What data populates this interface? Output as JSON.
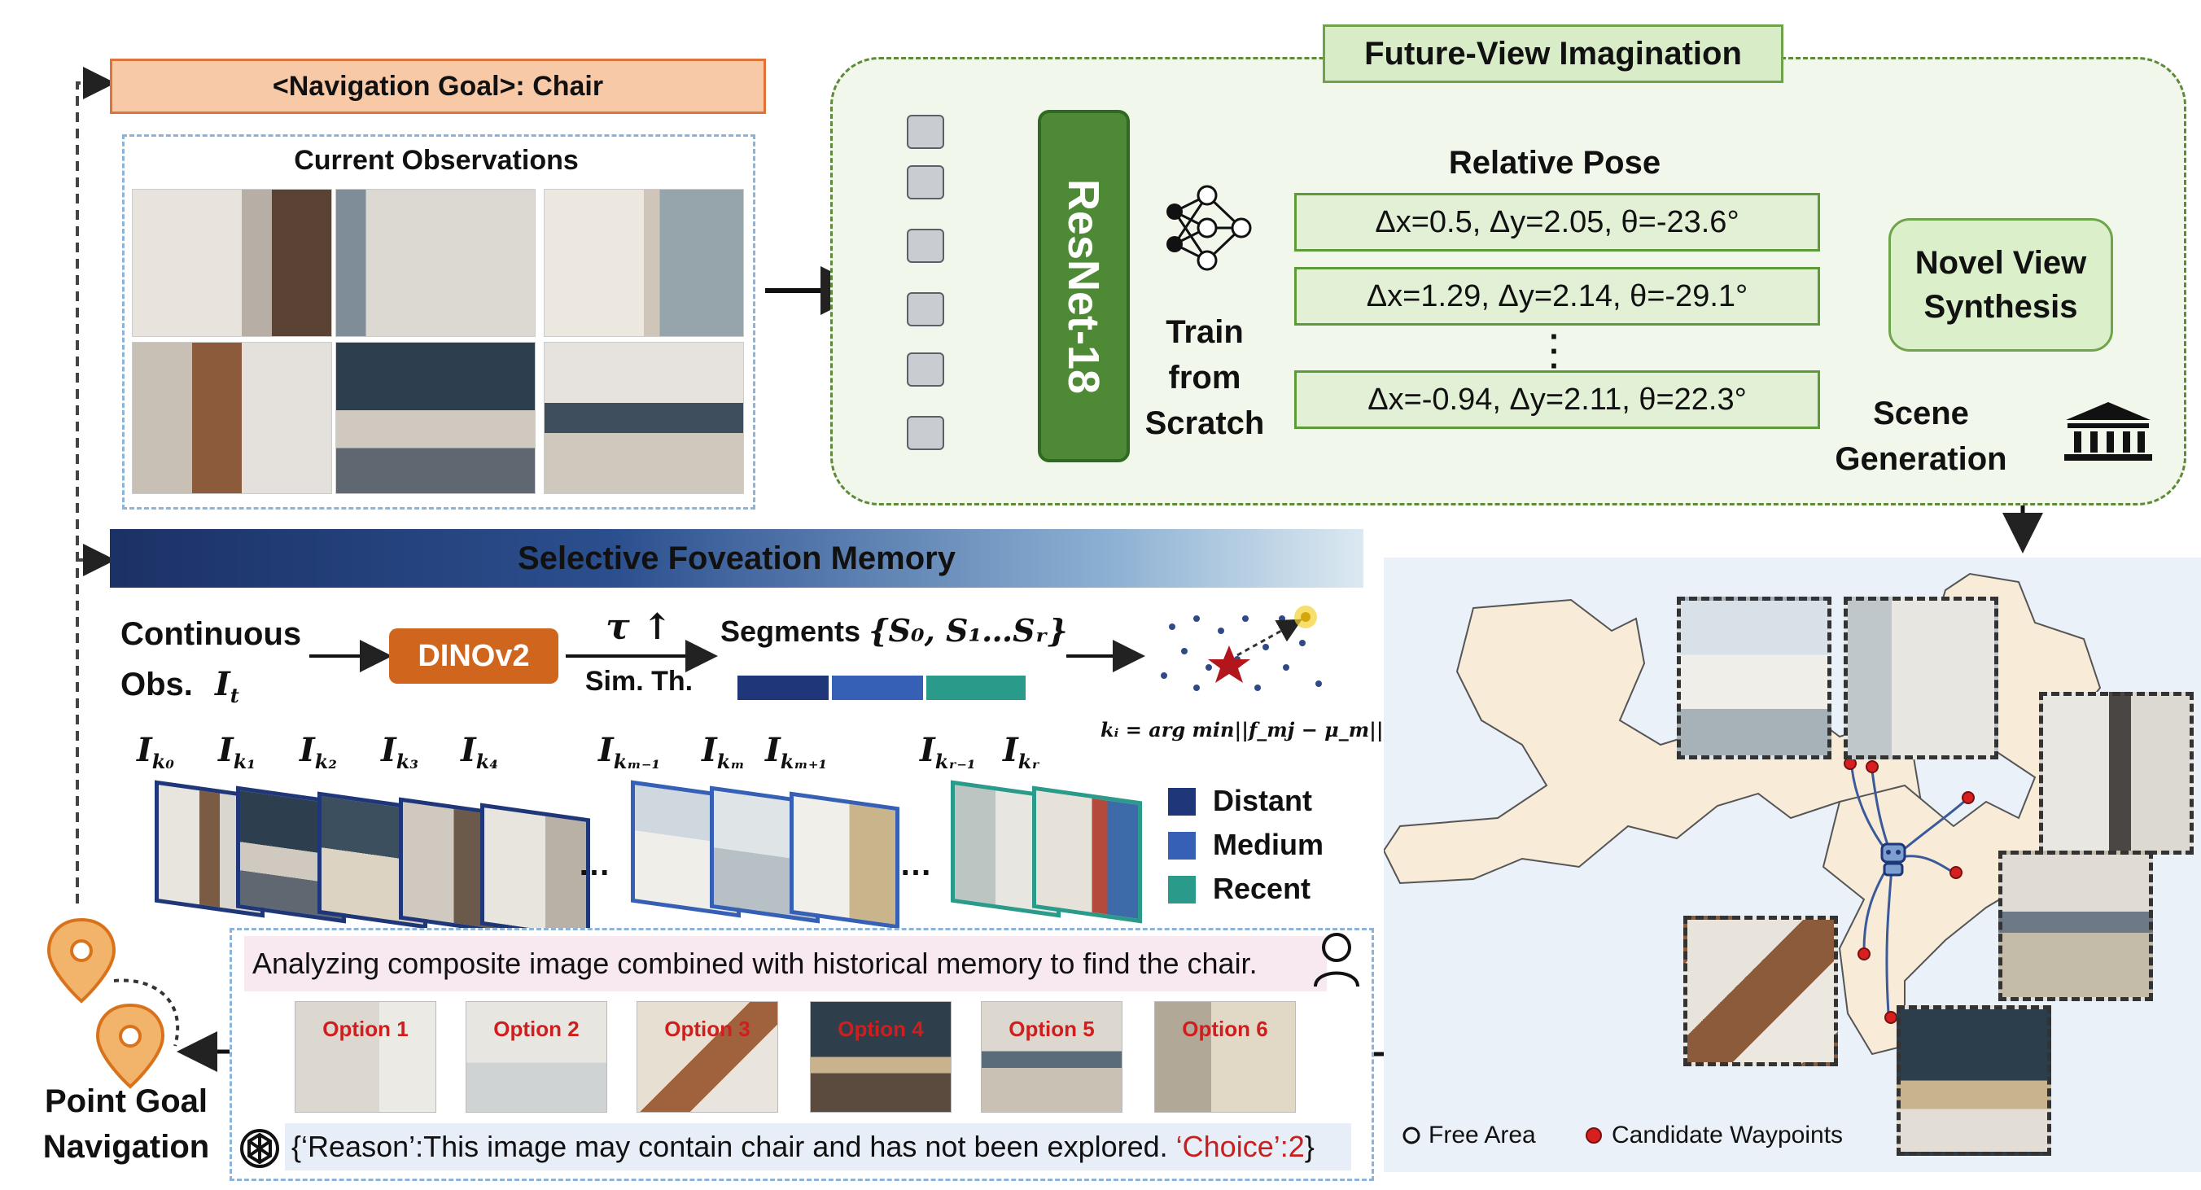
{
  "nav_goal": "<Navigation Goal>: Chair",
  "current_observations": {
    "title": "Current Observations"
  },
  "future_view": {
    "title": "Future-View Imagination",
    "backbone": "ResNet-18",
    "train_label": [
      "Train",
      "from",
      "Scratch"
    ],
    "relative_pose_title": "Relative Pose",
    "poses": [
      "Δx=0.5, Δy=2.05, θ=-23.6°",
      "Δx=1.29, Δy=2.14, θ=-29.1°",
      "Δx=-0.94, Δy=2.11, θ=22.3°"
    ],
    "novel_view": [
      "Novel View",
      "Synthesis"
    ],
    "scene_generation": [
      "Scene",
      "Generation"
    ]
  },
  "memory": {
    "title": "Selective Foveation Memory",
    "continuous_obs": [
      "Continuous",
      "Obs."
    ],
    "obs_symbol": "I",
    "obs_sub": "t",
    "encoder": "DINOv2",
    "tau": "τ ↑",
    "sim_th": "Sim. Th.",
    "segments_label": "Segments",
    "segments_math": "{S₀, S₁…Sᵣ}",
    "formula": "kᵢ = arg min||f_mj − μ_m||",
    "keyframes": [
      {
        "base": "I",
        "sub": "k₀"
      },
      {
        "base": "I",
        "sub": "k₁"
      },
      {
        "base": "I",
        "sub": "k₂"
      },
      {
        "base": "I",
        "sub": "k₃"
      },
      {
        "base": "I",
        "sub": "k₄"
      },
      {
        "base": "I",
        "sub": "kₘ₋₁"
      },
      {
        "base": "I",
        "sub": "kₘ"
      },
      {
        "base": "I",
        "sub": "kₘ₊₁"
      },
      {
        "base": "I",
        "sub": "kᵣ₋₁"
      },
      {
        "base": "I",
        "sub": "kᵣ"
      }
    ],
    "ellipsis": "…",
    "legend": [
      {
        "label": "Distant",
        "color": "#1f3778"
      },
      {
        "label": "Medium",
        "color": "#3560b5"
      },
      {
        "label": "Recent",
        "color": "#2a9a8a"
      }
    ]
  },
  "query": {
    "text": "Analyzing composite image combined with historical memory to find the chair.",
    "options": [
      "Option 1",
      "Option 2",
      "Option 3",
      "Option 4",
      "Option 5",
      "Option 6"
    ],
    "answer_reason": "{‘Reason’:This image may contain chair and has not been explored.",
    "answer_choice": "‘Choice’:2",
    "answer_close": "}"
  },
  "point_goal": [
    "Point Goal",
    "Navigation"
  ],
  "map_legend": {
    "free_area": "Free Area",
    "candidate": "Candidate Waypoints"
  },
  "colors": {
    "accent_orange": "#e0733a",
    "green": "#4e8a35",
    "waypoint_red": "#d61f1f",
    "navy": "#1f3778"
  }
}
